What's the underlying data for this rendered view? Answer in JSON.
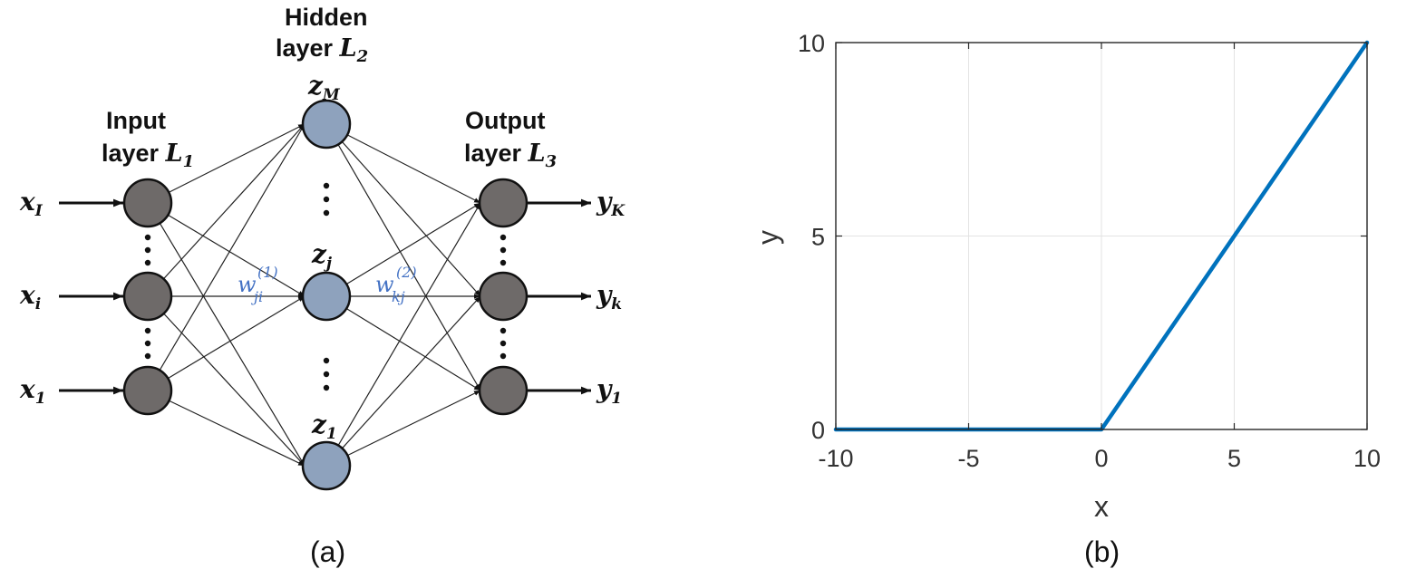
{
  "panel_a": {
    "caption": "(a)",
    "input_layer": {
      "title": "Input",
      "sub": "layer",
      "symbol": "L",
      "index": "1"
    },
    "hidden_layer": {
      "title": "Hidden",
      "sub": "layer",
      "symbol": "L",
      "index": "2"
    },
    "output_layer": {
      "title": "Output",
      "sub": "layer",
      "symbol": "L",
      "index": "3"
    },
    "inputs": [
      {
        "base": "x",
        "sub": "I"
      },
      {
        "base": "x",
        "sub": "i"
      },
      {
        "base": "x",
        "sub": "1"
      }
    ],
    "hidden": [
      {
        "base": "z",
        "sub": "M"
      },
      {
        "base": "z",
        "sub": "j"
      },
      {
        "base": "z",
        "sub": "1"
      }
    ],
    "outputs": [
      {
        "base": "y",
        "sub": "K"
      },
      {
        "base": "y",
        "sub": "k"
      },
      {
        "base": "y",
        "sub": "1"
      }
    ],
    "weight_1": {
      "base": "w",
      "sub": "ji",
      "sup": "(1)"
    },
    "weight_2": {
      "base": "w",
      "sub": "kj",
      "sup": "(2)"
    },
    "colors": {
      "input_node": "#6e6a69",
      "hidden_node": "#8ea2bd",
      "output_node": "#6e6a69",
      "weight_text": "#4472c4"
    }
  },
  "panel_b": {
    "caption": "(b)",
    "chart_data": {
      "type": "line",
      "xlabel": "x",
      "ylabel": "y",
      "xlim": [
        -10,
        10
      ],
      "ylim": [
        0,
        10
      ],
      "xticks": [
        -10,
        -5,
        0,
        5,
        10
      ],
      "yticks": [
        0,
        5,
        10
      ],
      "xtick_labels": [
        "-10",
        "-5",
        "0",
        "5",
        "10"
      ],
      "ytick_labels": [
        "0",
        "5",
        "10"
      ],
      "grid": true,
      "series": [
        {
          "x": [
            -10,
            0,
            10
          ],
          "y": [
            0,
            0,
            10
          ],
          "color": "#0072bd"
        }
      ]
    }
  }
}
